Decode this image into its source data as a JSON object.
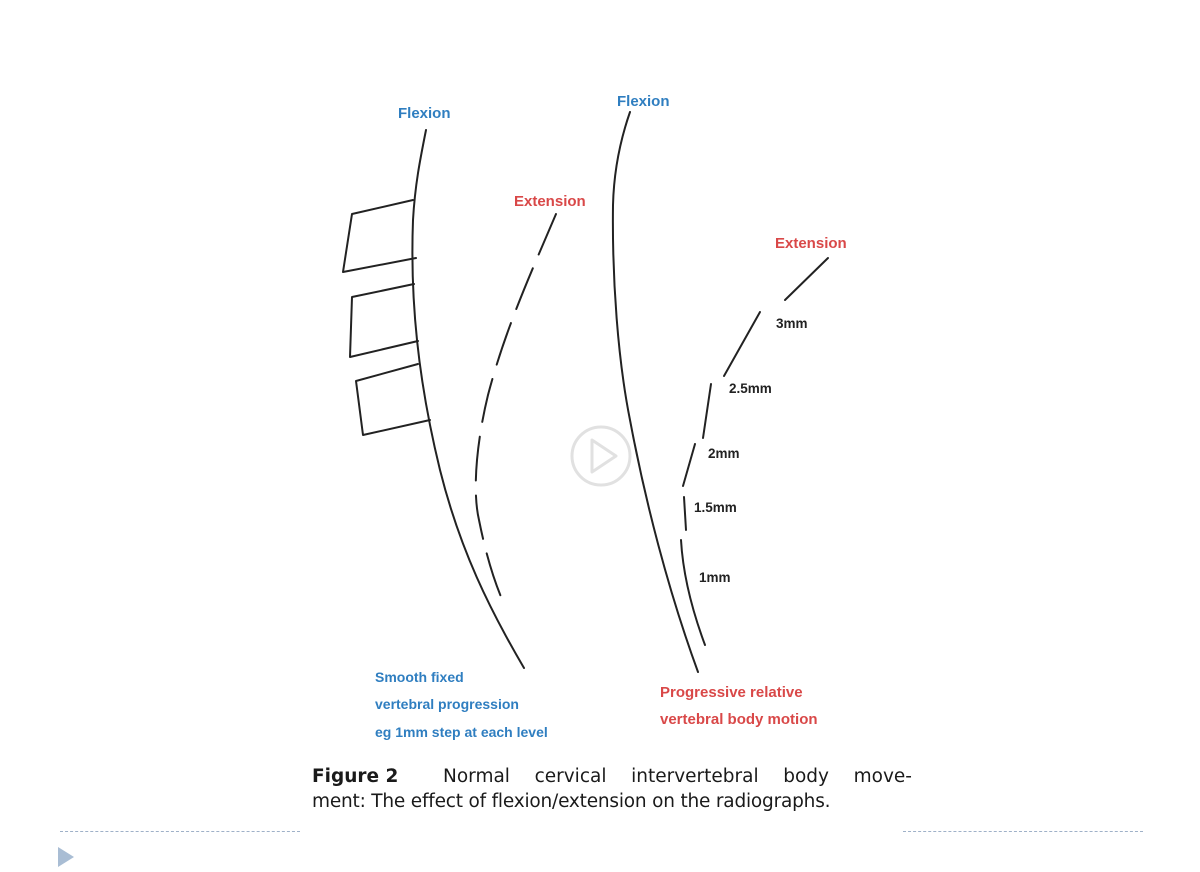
{
  "left_panel": {
    "flexion_label": "Flexion",
    "extension_label": "Extension",
    "caption_lines": [
      "Smooth fixed",
      "vertebral progression",
      "eg 1mm step at each level"
    ]
  },
  "right_panel": {
    "flexion_label": "Flexion",
    "extension_label": "Extension",
    "step_labels": [
      "3mm",
      "2.5mm",
      "2mm",
      "1.5mm",
      "1mm"
    ],
    "caption_lines": [
      "Progressive relative",
      "vertebral body motion"
    ]
  },
  "figure_caption": {
    "figure_label": "Figure 2",
    "line1_words": [
      "Normal",
      "cervical",
      "intervertebral",
      "body",
      "move-"
    ],
    "line2": "ment: The effect of flexion/extension on the radiographs."
  },
  "overlay": {
    "icon": "play-icon"
  },
  "footer": {
    "icon": "triangle-arrow-icon"
  },
  "colors": {
    "blue": "#2f7ec0",
    "red": "#d94848",
    "line": "#222222",
    "divider": "#9fb1c8"
  }
}
